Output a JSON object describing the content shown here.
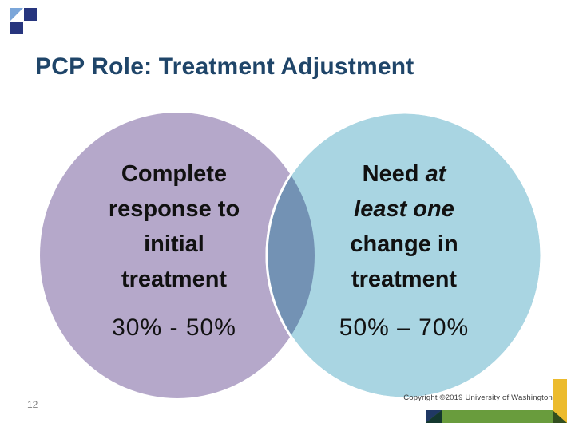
{
  "slide": {
    "title": "PCP Role: Treatment Adjustment",
    "page_number": "12",
    "copyright": "Copyright ©2019  University of Washington",
    "title_color": "#1f4569"
  },
  "logo": {
    "light_blue": "#7ba6d9",
    "navy": "#27357e"
  },
  "venn": {
    "left": {
      "lines": [
        {
          "parts": [
            {
              "t": "Complete",
              "i": false
            }
          ]
        },
        {
          "parts": [
            {
              "t": "response to",
              "i": false
            }
          ]
        },
        {
          "parts": [
            {
              "t": "initial",
              "i": false
            }
          ]
        },
        {
          "parts": [
            {
              "t": "treatment",
              "i": false
            }
          ]
        }
      ],
      "value": "30% - 50%",
      "color": "#b5a8ca"
    },
    "right": {
      "lines": [
        {
          "parts": [
            {
              "t": "Need ",
              "i": false
            },
            {
              "t": "at",
              "i": true
            }
          ]
        },
        {
          "parts": [
            {
              "t": "least one",
              "i": true
            }
          ]
        },
        {
          "parts": [
            {
              "t": "change in",
              "i": false
            }
          ]
        },
        {
          "parts": [
            {
              "t": "treatment",
              "i": false
            }
          ]
        }
      ],
      "value": "50% – 70%",
      "color": "#a9d5e2"
    },
    "overlap_color": "#7392b4",
    "outline_color": "#ffffff"
  },
  "footer_bar": {
    "green": "#699c3d",
    "yellow": "#ecbb2d",
    "navy": "#203864",
    "dark_teal": "#14382e",
    "dark_green": "#324f1e"
  }
}
